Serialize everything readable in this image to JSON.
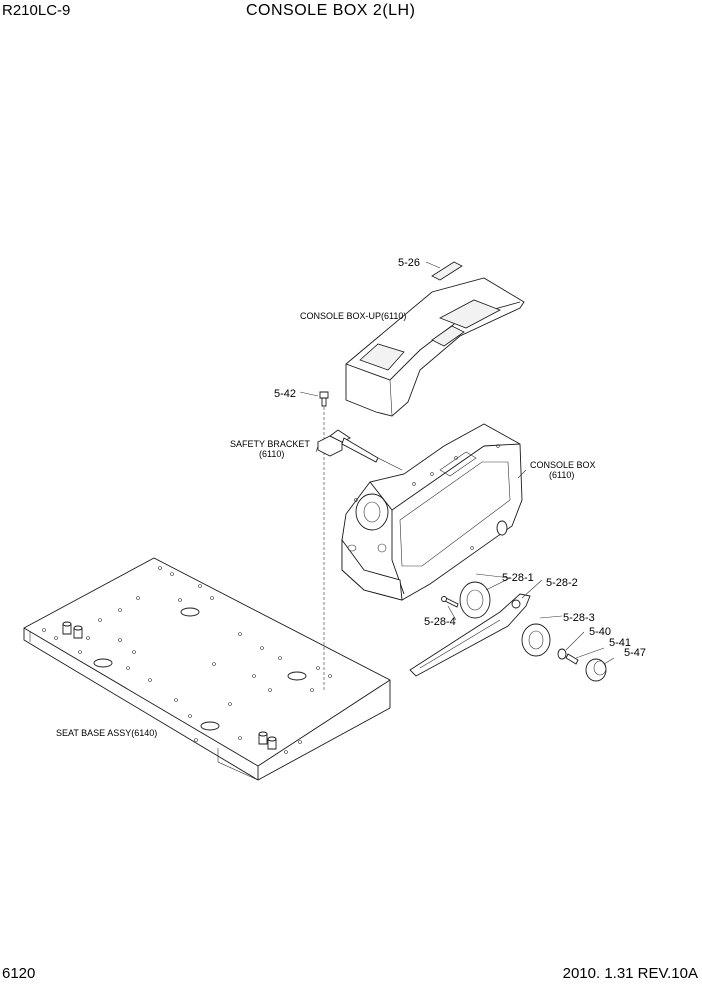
{
  "header": {
    "model": "R210LC-9",
    "title": "CONSOLE BOX 2(LH)"
  },
  "labels": {
    "console_box_up": "CONSOLE BOX-UP(6110)",
    "safety_bracket_line1": "SAFETY BRACKET",
    "safety_bracket_line2": "(6110)",
    "console_box_line1": "CONSOLE BOX",
    "console_box_line2": "(6110)",
    "seat_base": "SEAT BASE ASSY(6140)"
  },
  "parts": {
    "p_5_26": "5-26",
    "p_5_42": "5-42",
    "p_5_28_1": "5-28-1",
    "p_5_28_2": "5-28-2",
    "p_5_28_3": "5-28-3",
    "p_5_28_4": "5-28-4",
    "p_5_40": "5-40",
    "p_5_41": "5-41",
    "p_5_47": "5-47"
  },
  "footer": {
    "page": "6120",
    "revision": "2010. 1.31 REV.10A"
  }
}
